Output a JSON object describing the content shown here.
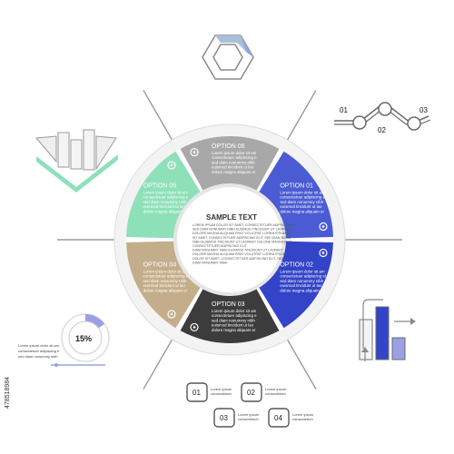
{
  "center": {
    "title": "SAMPLE TEXT",
    "lines_top": [
      "LOREM IPSUM DOLOR SIT AMET, CONSECTETUER ADIPISCING E",
      "SED DIAM NONUMMY NIBH EUISMOD TINCIDUNT UT LAOREET",
      "DOLORE MAGNA ALIQUAM ERAT VOLUTPAT. LOREM IPSUM DO",
      "SIT AMET, CONSECTETUER ADIPISCING ELIT, SED DIAM NONU",
      "NIBH EUISMOD TINCIDUNT UT LAOREET DOLORE MAGNA ALIQ"
    ],
    "lines_bottom": [
      "CONSECTETUER ADIPISCING ELIT",
      "DIAM NONUMMY NIBH EUISMOD TINCIDUNT UT LAOREET",
      "DOLORE MAGNA ALIQUAM ERAT VOLUTPAT. LOREM IPSUM",
      "DOLOR SIT AMET, CONSECTETUER ADIPISCING ELIT, SED",
      "DIAM NONUMMY NIBH"
    ]
  },
  "segments": [
    {
      "id": "option-01",
      "title": "OPTION 01",
      "color": "#4a5bd4",
      "icon": "briefcase-icon",
      "lines": [
        "Lorem ipsum dolor sit am",
        "consectetuer adipiscing e",
        "sed diam nonummy nibh",
        "euismod tincidunt ut lao",
        "dolore magna aliquam er"
      ]
    },
    {
      "id": "option-02",
      "title": "OPTION 02",
      "color": "#3344c8",
      "icon": "house-icon",
      "lines": [
        "Lorem ipsum dolor sit am",
        "consectetuer adipiscing el",
        "sed diam nonummy nibh",
        "euismod tincidunt ut lao",
        "dolore magna aliquam er"
      ]
    },
    {
      "id": "option-03",
      "title": "OPTION 03",
      "color": "#3c3c3c",
      "icon": "document-icon",
      "lines": [
        "Lorem ipsum dolor sit am",
        "consectetuer adipiscing e",
        "sed diam nonummy nibh",
        "euismod tincidunt ut lao",
        "dolore magna aliquam er"
      ]
    },
    {
      "id": "option-04",
      "title": "OPTION 04",
      "color": "#c4ad8a",
      "icon": "speech-bubble-icon",
      "lines": [
        "Lorem ipsum dolor sit am",
        "consectetuer adipiscing e",
        "sed diam nonummy nibh",
        "euismod tincidunt ut lao",
        "dolore magna aliquam er"
      ]
    },
    {
      "id": "option-05",
      "title": "OPTION 05",
      "color": "#8ee0b9",
      "icon": "globe-icon",
      "lines": [
        "Lorem ipsum dolor sit am",
        "consectetuer adipiscing e",
        "sed diam nonummy nibh",
        "euismod tincidunt ut lao",
        "dolore magna aliquam er"
      ]
    },
    {
      "id": "option-06",
      "title": "OPTION 06",
      "color": "#a8a8a8",
      "icon": "location-pin-icon",
      "lines": [
        "Lorem ipsum dolor sit am",
        "consectetuer adipiscing e",
        "sed diam nonummy nibh",
        "euismod tincidunt ut lao",
        "dolore magna aliquam er"
      ]
    }
  ],
  "path_nodes": [
    "01",
    "02",
    "03"
  ],
  "progress": {
    "label": "15%",
    "value": 0.15,
    "color": "#9aa0e6",
    "text": [
      "Lorem ipsum dolor sit am",
      "consectetuer adipiscing e",
      "sed diam nonummy nibh"
    ]
  },
  "boxes": [
    {
      "num": "01",
      "text": [
        "Lorem ipsum",
        "consectetuer"
      ]
    },
    {
      "num": "02",
      "text": [
        "Lorem ipsum",
        "consectetuer"
      ]
    },
    {
      "num": "03",
      "text": [
        "Lorem ipsum",
        "consectetuer"
      ]
    },
    {
      "num": "04",
      "text": [
        "Lorem ipsum",
        "consectetuer"
      ]
    }
  ],
  "side_code": "478518984",
  "colors": {
    "accent_green": "#8ee0b9",
    "accent_blue": "#4a5bd4",
    "accent_lavender": "#9aa0e6",
    "dark": "#3c3c3c",
    "beige": "#c4ad8a",
    "grey": "#a8a8a8"
  }
}
